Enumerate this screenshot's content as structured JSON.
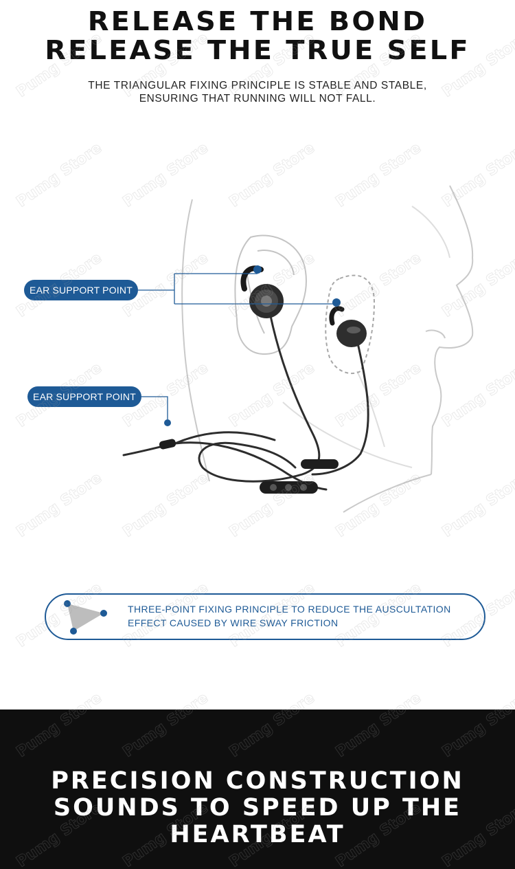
{
  "headline": {
    "line1": "RELEASE THE BOND",
    "line2": "RELEASE THE TRUE SELF"
  },
  "subtitle": {
    "line1": "THE TRIANGULAR FIXING PRINCIPLE IS STABLE AND STABLE,",
    "line2": "ENSURING THAT RUNNING WILL NOT FALL."
  },
  "callouts": [
    {
      "label": "EAR SUPPORT POINT"
    },
    {
      "label": "EAR SUPPORT POINT"
    }
  ],
  "info_box": {
    "line1": "THREE-POINT FIXING PRINCIPLE TO REDUCE THE AUSCULTATION",
    "line2": "EFFECT CAUSED BY WIRE SWAY FRICTION"
  },
  "bottom_headline": {
    "line1": "PRECISION CONSTRUCTION",
    "line2": "SOUNDS TO SPEED UP THE",
    "line3": "HEARTBEAT"
  },
  "watermark": {
    "text": "Pumg Store"
  },
  "icons": [
    "triangle-diagram-icon",
    "remote-control-icon"
  ],
  "colors": {
    "accent": "#1e5a96",
    "dark_band": "#0f0f0f",
    "text": "#111111"
  }
}
